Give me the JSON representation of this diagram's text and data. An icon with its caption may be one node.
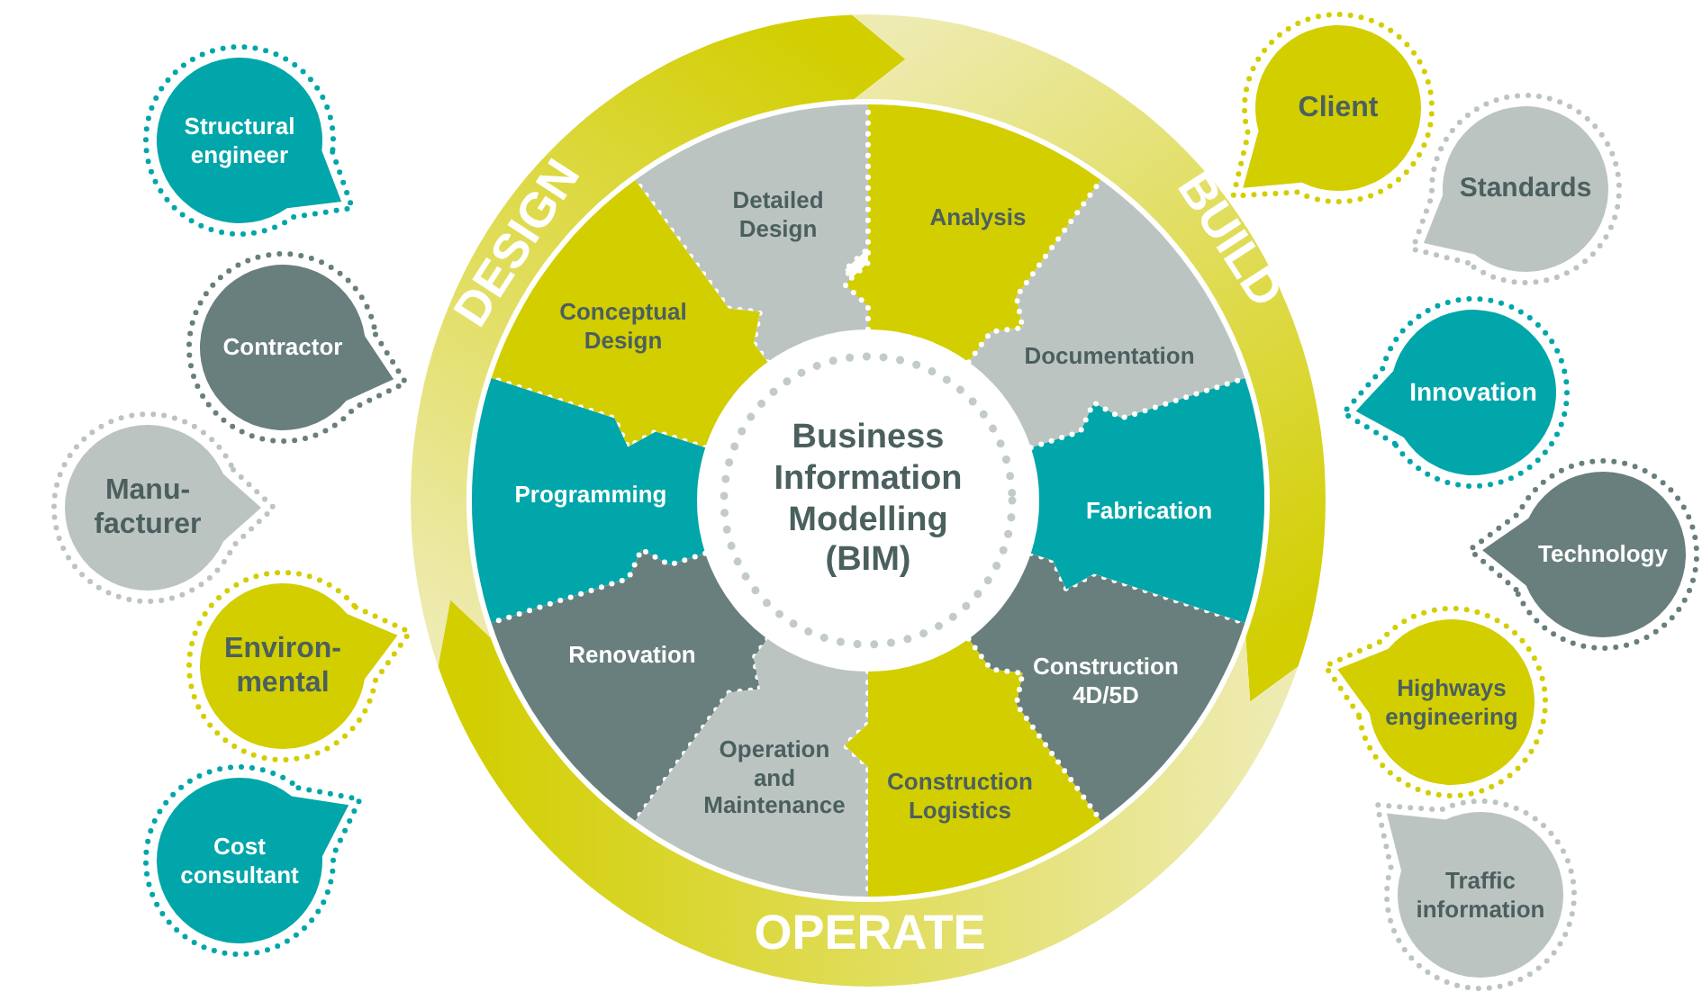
{
  "diagram": {
    "nodes": [
      {
        "text": [
          "Structural engineer"
        ]
      },
      {
        "text": [
          "Contractor"
        ]
      },
      {
        "text": [
          "Manu- facturer"
        ]
      },
      {
        "text": [
          "Environ- mental"
        ]
      },
      {
        "text": [
          "Cost consultant"
        ]
      },
      {
        "text": [
          "DESIGN"
        ]
      },
      {
        "text": [
          "BUILD"
        ]
      },
      {
        "text": [
          "OPERATE"
        ]
      },
      {
        "text": [
          "Detailed Design"
        ]
      },
      {
        "text": [
          "Analysis"
        ]
      },
      {
        "text": [
          "Conceptual Design"
        ]
      },
      {
        "text": [
          "Documentation"
        ]
      },
      {
        "text": [
          "Programming"
        ]
      },
      {
        "text": [
          "Business Information Modelling (BIM)"
        ]
      },
      {
        "text": [
          "Fabrication"
        ]
      },
      {
        "text": [
          "Renovation"
        ]
      },
      {
        "text": [
          "Construction 4D/5D"
        ]
      },
      {
        "text": [
          "Operation and Maintenance"
        ]
      },
      {
        "text": [
          "Construction Logistics"
        ]
      },
      {
        "text": [
          "Client"
        ]
      },
      {
        "text": [
          "Standards"
        ]
      },
      {
        "text": [
          "Innovation"
        ]
      },
      {
        "text": [
          "Technology"
        ]
      },
      {
        "text": [
          "Highways engineering"
        ]
      },
      {
        "text": [
          "Traffic information"
        ]
      }
    ]
  }
}
